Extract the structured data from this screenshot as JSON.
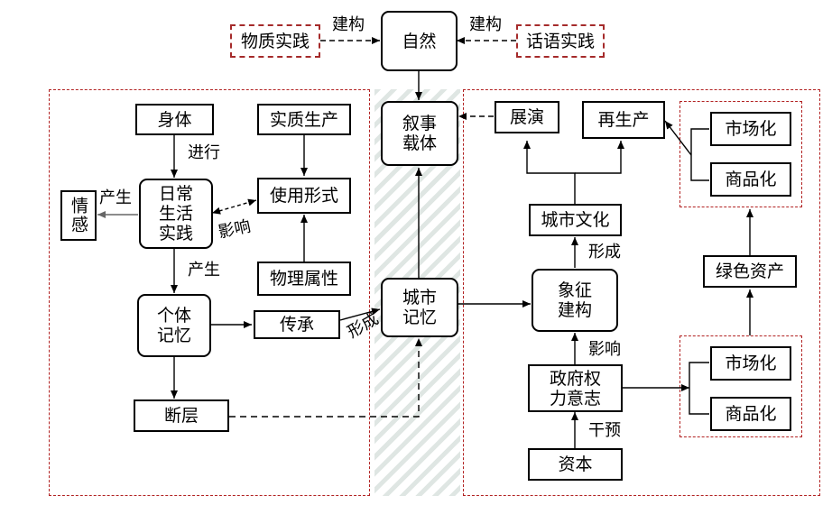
{
  "nodes": {
    "nature": "自然",
    "material_practice": "物质实践",
    "discourse_practice": "话语实践",
    "narrative_carrier": "叙事载体",
    "exhibition": "展演",
    "reproduction": "再生产",
    "marketization_top": "市场化",
    "commercialization_top": "商品化",
    "body": "身体",
    "material_production": "实质生产",
    "daily_life_practice": "日常生活实践",
    "emotion": "情感",
    "use_form": "使用形式",
    "physical_attribute": "物理属性",
    "individual_memory": "个体记忆",
    "inheritance": "传承",
    "fault": "断层",
    "city_memory": "城市记忆",
    "city_culture": "城市文化",
    "symbolic_construction": "象征建构",
    "green_asset": "绿色资产",
    "government_will": "政府权力意志",
    "marketization_bottom": "市场化",
    "commercialization_bottom": "商品化",
    "capital": "资本"
  },
  "edge_labels": {
    "construct_left": "建构",
    "construct_right": "建构",
    "conduct": "进行",
    "produce_emotion": "产生",
    "influence_use": "影响",
    "produce_memory": "产生",
    "form_city_memory": "形成",
    "form_culture": "形成",
    "influence_symbol": "影响",
    "intervene": "干预"
  }
}
